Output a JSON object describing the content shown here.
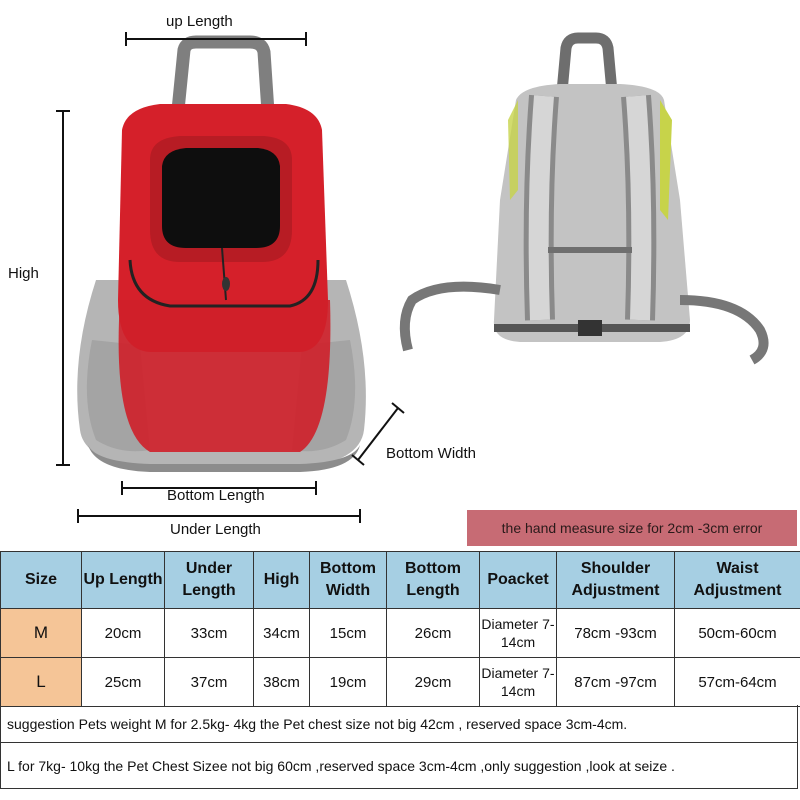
{
  "diagram": {
    "up_length": "up Length",
    "high": "High",
    "bottom_width": "Bottom Width",
    "bottom_length": "Bottom Length",
    "under_length": "Under Length"
  },
  "note": "the hand measure size for 2cm -3cm error",
  "table": {
    "headers": [
      "Size",
      "Up Length",
      "Under Length",
      "High",
      "Bottom Width",
      "Bottom Length",
      "Poacket",
      "Shoulder Adjustment",
      "Waist Adjustment"
    ],
    "rows": [
      [
        "M",
        "20cm",
        "33cm",
        "34cm",
        "15cm",
        "26cm",
        "Diameter 7-14cm",
        "78cm -93cm",
        "50cm-60cm"
      ],
      [
        "L",
        "25cm",
        "37cm",
        "38cm",
        "19cm",
        "29cm",
        "Diameter 7-14cm",
        "87cm -97cm",
        "57cm-64cm"
      ]
    ]
  },
  "suggestion_1": "suggestion Pets weight M for 2.5kg- 4kg  the Pet chest size not big 42cm , reserved space 3cm-4cm.",
  "suggestion_2": "L for 7kg- 10kg the Pet Chest Sizee not big 60cm ,reserved space 3cm-4cm ,only suggestion ,look at seize .",
  "colors": {
    "header_blue": "#a6cfe3",
    "size_orange": "#f5c597",
    "note_red": "#c76b74",
    "bag_red": "#d5202a",
    "bag_gray": "#b9b9b9"
  }
}
